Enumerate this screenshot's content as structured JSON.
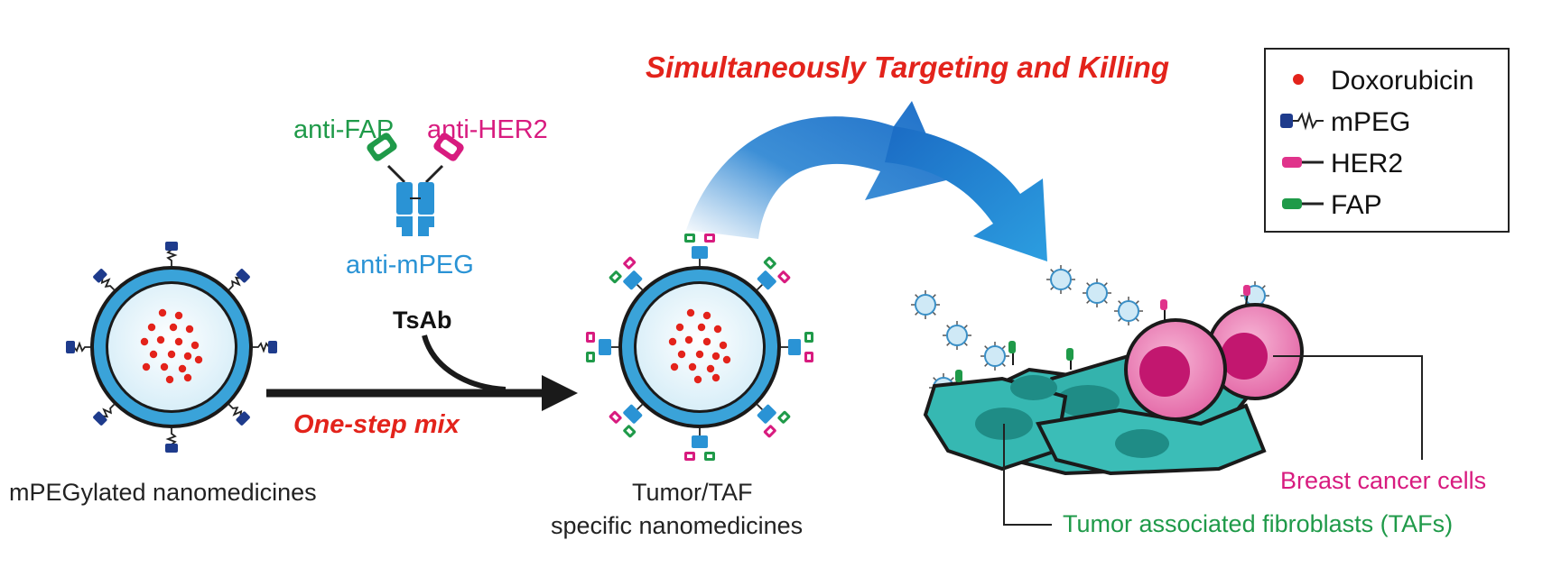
{
  "title": "Simultaneously Targeting and Killing",
  "antibody": {
    "anti_fap": "anti-FAP",
    "anti_her2": "anti-HER2",
    "anti_mpeg": "anti-mPEG",
    "name": "TsAb"
  },
  "process": {
    "step_label": "One-step mix",
    "start_label": "mPEGylated nanomedicines",
    "result_label_line1": "Tumor/TAF",
    "result_label_line2": "specific nanomedicines"
  },
  "targets": {
    "cancer": "Breast cancer cells",
    "fibroblasts": "Tumor associated fibroblasts (TAFs)"
  },
  "legend": {
    "items": [
      {
        "label": "Doxorubicin",
        "icon": "red-dot",
        "color": "#e3231b"
      },
      {
        "label": "mPEG",
        "icon": "mpeg-chain",
        "color": "#1e3b8c"
      },
      {
        "label": "HER2",
        "icon": "her2-receptor",
        "color": "#e0338b"
      },
      {
        "label": "FAP",
        "icon": "fap-receptor",
        "color": "#1f9a49"
      }
    ]
  },
  "colors": {
    "red": "#e3231b",
    "green": "#1f9a49",
    "magenta": "#d81b7f",
    "blue": "#2a93d5",
    "navy": "#1e3b8c",
    "teal": "#2eb3b0",
    "pink": "#ee7fb8"
  }
}
